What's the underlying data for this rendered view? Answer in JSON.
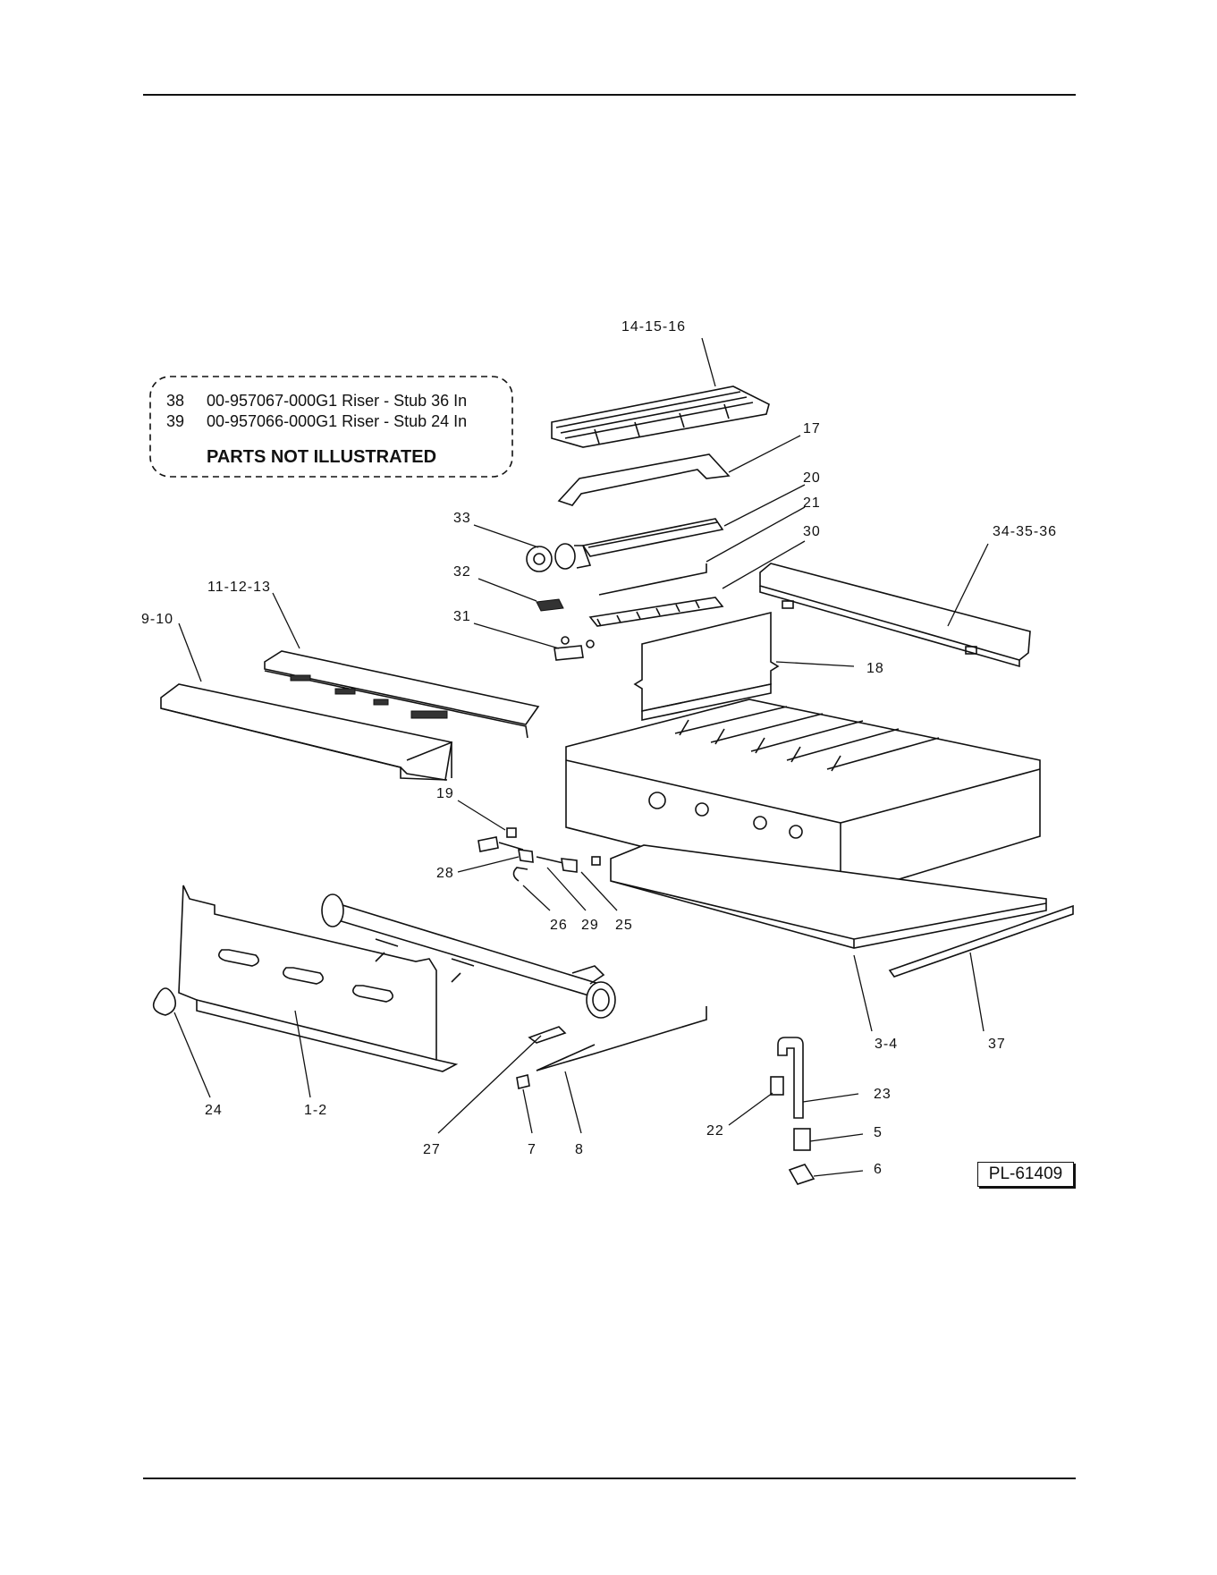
{
  "note": {
    "rows": [
      {
        "num": "38",
        "part": "00-957067-000G1 Riser - Stub 36 In"
      },
      {
        "num": "39",
        "part": "00-957066-000G1 Riser - Stub 24 In"
      }
    ],
    "heading": "PARTS NOT ILLUSTRATED"
  },
  "drawing_id": "PL-61409",
  "callouts": [
    "14-15-16",
    "17",
    "20",
    "21",
    "30",
    "33",
    "34-35-36",
    "32",
    "11-12-13",
    "9-10",
    "31",
    "18",
    "19",
    "28",
    "26",
    "29",
    "25",
    "3-4",
    "37",
    "24",
    "1-2",
    "27",
    "7",
    "8",
    "22",
    "23",
    "5",
    "6"
  ]
}
